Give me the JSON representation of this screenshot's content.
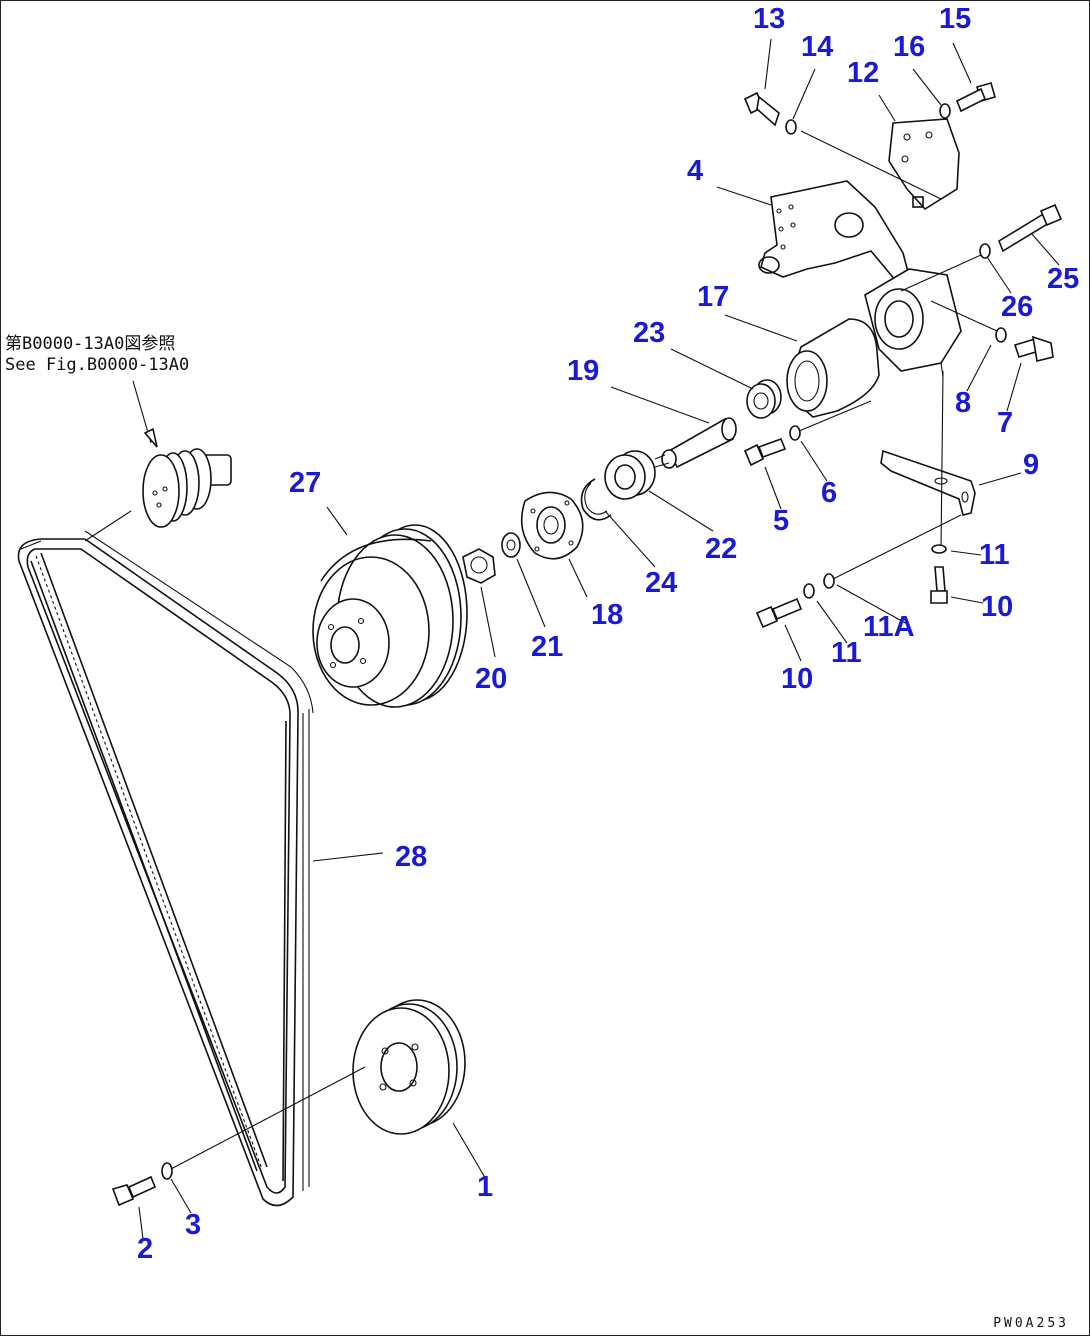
{
  "diagram": {
    "label_color": "#1a1ad6",
    "line_color": "#111111",
    "reference_note": {
      "japanese": "第B0000-13A0図参照",
      "english": "See Fig.B0000-13A0"
    },
    "drawing_code": "PW0A253",
    "callouts": {
      "p1": "1",
      "p2": "2",
      "p3": "3",
      "p4": "4",
      "p5": "5",
      "p6": "6",
      "p7": "7",
      "p8": "8",
      "p9": "9",
      "p10a": "10",
      "p10b": "10",
      "p11a": "11",
      "p11b": "11",
      "p11A": "11A",
      "p12": "12",
      "p13": "13",
      "p14": "14",
      "p15": "15",
      "p16": "16",
      "p17": "17",
      "p18": "18",
      "p19": "19",
      "p20": "20",
      "p21": "21",
      "p22": "22",
      "p23": "23",
      "p24": "24",
      "p25": "25",
      "p26": "26",
      "p27": "27",
      "p28": "28"
    }
  }
}
